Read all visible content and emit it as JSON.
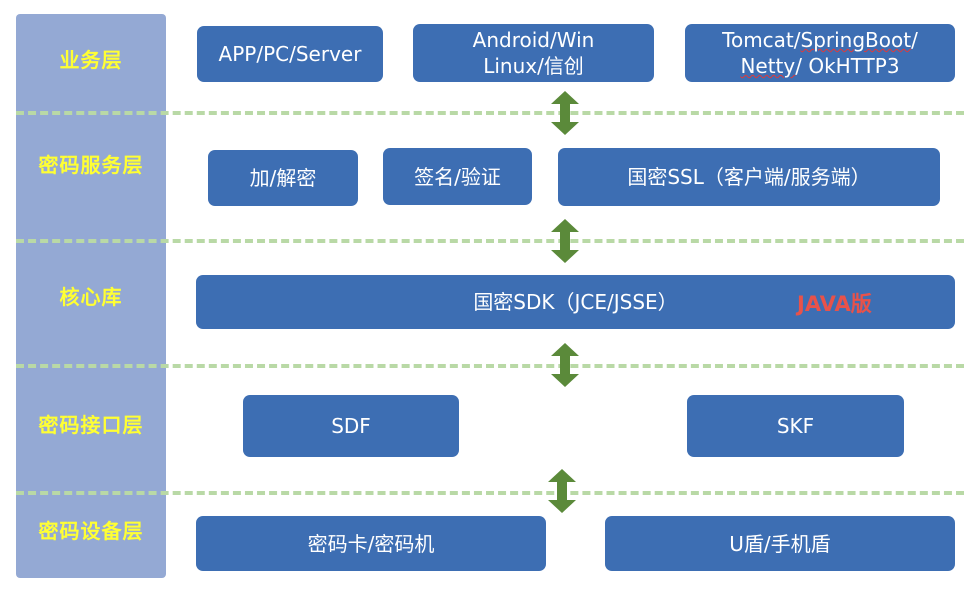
{
  "layers": [
    {
      "label": "业务层"
    },
    {
      "label": "密码服务层"
    },
    {
      "label": "核心库"
    },
    {
      "label": "密码接口层"
    },
    {
      "label": "密码设备层"
    }
  ],
  "business": {
    "box1": "APP/PC/Server",
    "box2_line1": "Android/Win",
    "box2_line2": "Linux/信创",
    "box3_line1_a": "Tomcat/",
    "box3_line1_b": "SpringBoot",
    "box3_line1_c": "/",
    "box3_line2_a": "Netty",
    "box3_line2_b": "/ OkHTTP3"
  },
  "service": {
    "encrypt": "加/解密",
    "sign": "签名/验证",
    "ssl": "国密SSL（客户端/服务端）"
  },
  "core": {
    "sdk": "国密SDK（JCE/JSSE）",
    "java_edition": "JAVA版"
  },
  "interface": {
    "sdf": "SDF",
    "skf": "SKF"
  },
  "device": {
    "card": "密码卡/密码机",
    "ukey": "U盾/手机盾"
  },
  "colors": {
    "sidebar": "#94a9d4",
    "label_text": "#ffff33",
    "box_fill": "#3d6eb3",
    "box_text": "#ffffff",
    "divider": "#b9d9a6",
    "arrow": "#5b8a3a",
    "java_edition_text": "#e8524a"
  }
}
